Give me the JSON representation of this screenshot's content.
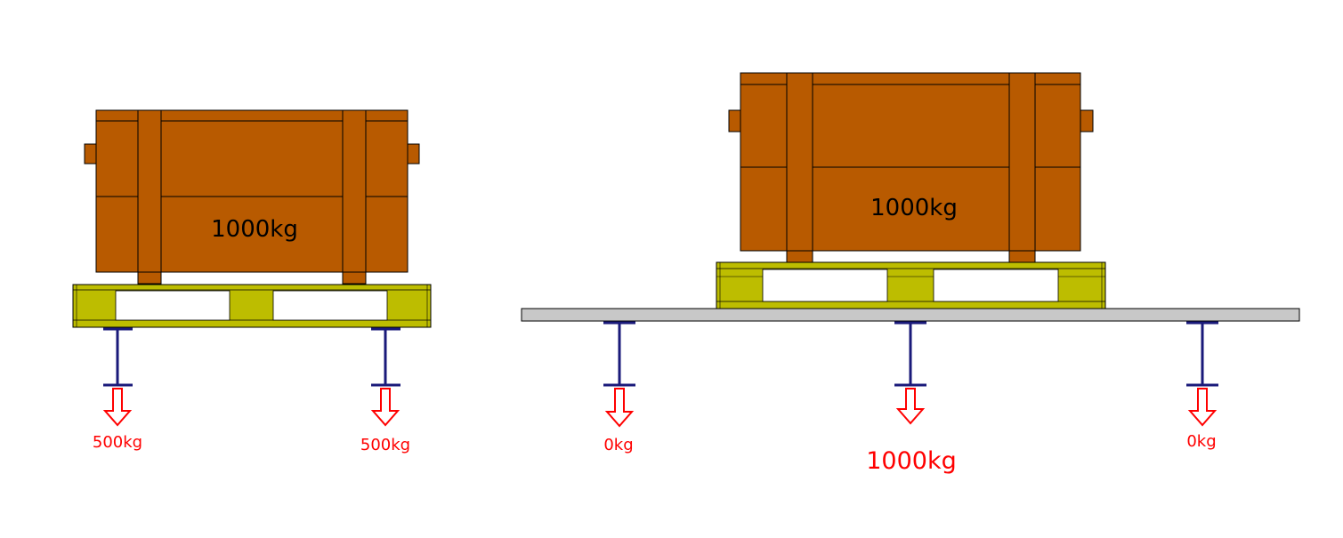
{
  "colors": {
    "crate": "#B85A00",
    "pallet": "#BDBD00",
    "pallet_opening": "#FFFFFF",
    "beam": "#1A1A7A",
    "slab": "#C8C8C8",
    "arrow": "#FF0000",
    "outline": "#000000"
  },
  "left_scene": {
    "crate_label": "1000kg",
    "loads": [
      {
        "label": "500kg"
      },
      {
        "label": "500kg"
      }
    ]
  },
  "right_scene": {
    "crate_label": "1000kg",
    "loads": [
      {
        "label": "0kg"
      },
      {
        "label": "1000kg"
      },
      {
        "label": "0kg"
      }
    ]
  }
}
